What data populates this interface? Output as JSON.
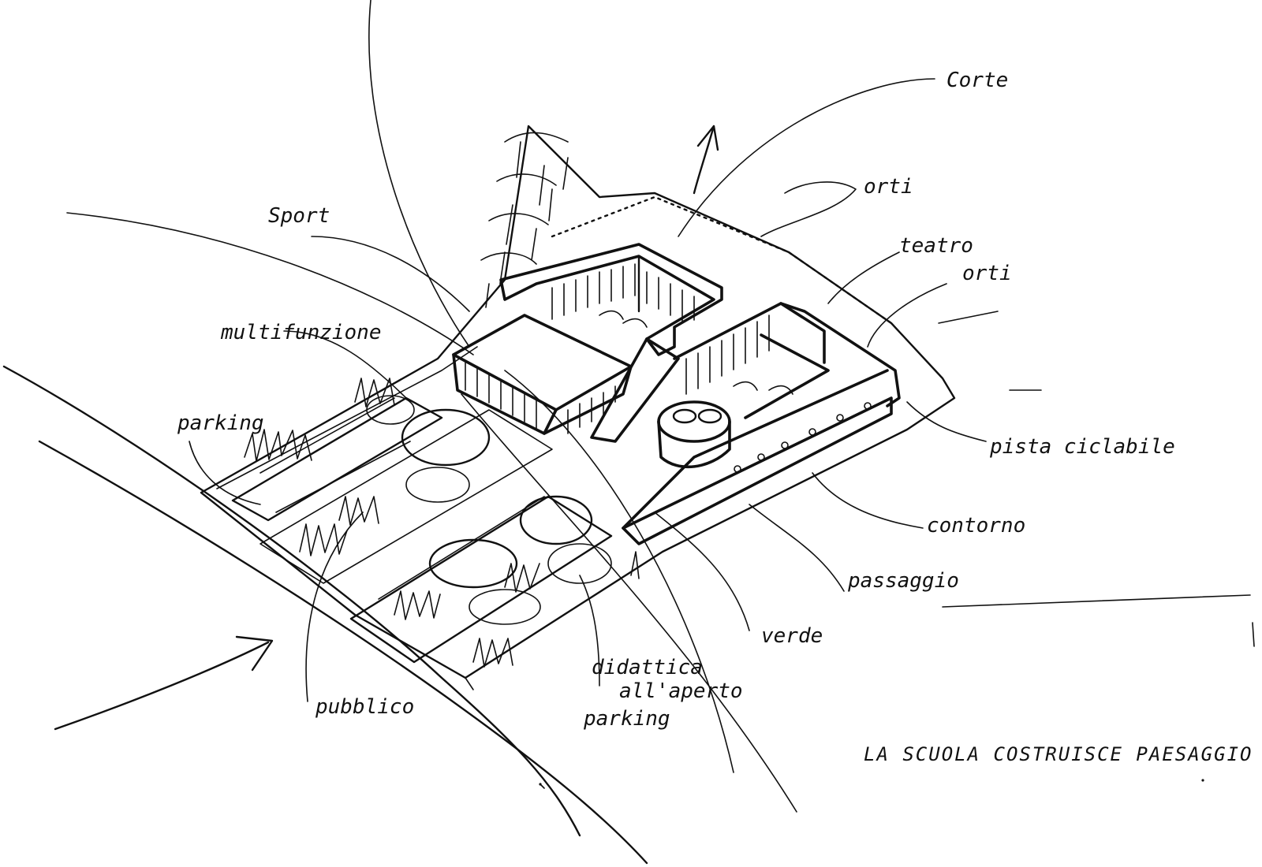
{
  "sketch": {
    "stroke_color": "#111111",
    "background": "#ffffff",
    "labels": {
      "sport": "Sport",
      "multifunzione": "multifunzione",
      "parking_left": "parking",
      "pubblico": "pubblico",
      "didattica_all_aperto_1": "didattica",
      "didattica_all_aperto_2": "all'aperto",
      "parking_bottom": "parking",
      "verde": "verde",
      "passaggio": "passaggio",
      "contorno": "contorno",
      "pista_ciclabile": "pista ciclabile",
      "corte": "Corte",
      "orti": "orti",
      "teatro": "teatro",
      "orti_2": "orti"
    },
    "caption": "LA SCUOLA COSTRUISCE PAESAGGIO"
  }
}
